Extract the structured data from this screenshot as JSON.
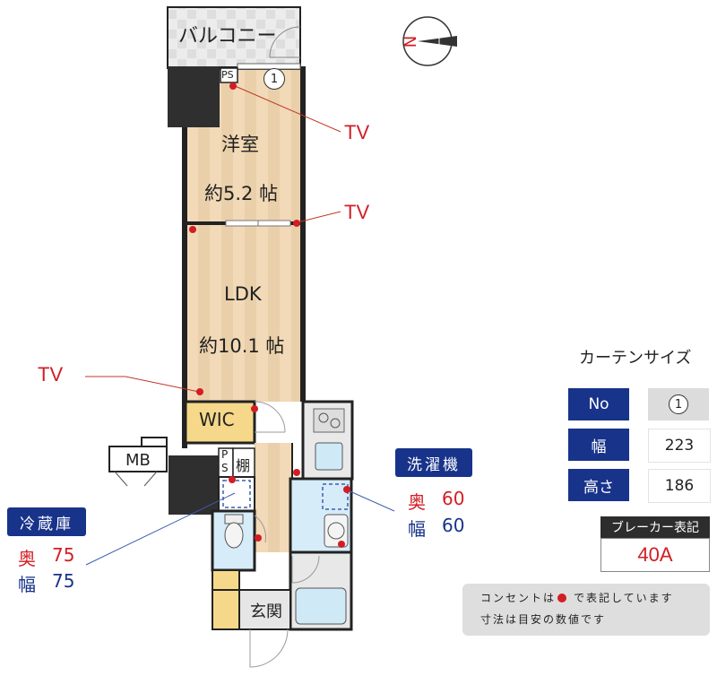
{
  "balcony": {
    "label": "バルコニー"
  },
  "ps_top": {
    "label": "PS"
  },
  "curtain_marker": {
    "label": "1"
  },
  "compass": {
    "label": "N"
  },
  "bedroom": {
    "name": "洋室",
    "size": "約5.2 帖"
  },
  "ldk": {
    "name": "LDK",
    "size": "約10.1 帖"
  },
  "wic": {
    "label": "WIC"
  },
  "mb": {
    "label": "MB"
  },
  "ps_mid": {
    "top": "P",
    "bottom": "S"
  },
  "shelf": {
    "label": "棚"
  },
  "entrance": {
    "label": "玄関"
  },
  "tv_labels": {
    "tv1": "TV",
    "tv2": "TV",
    "tv3": "TV"
  },
  "washer": {
    "title": "洗濯機",
    "depth_label": "奥",
    "depth_value": "60",
    "width_label": "幅",
    "width_value": "60"
  },
  "fridge": {
    "title": "冷蔵庫",
    "depth_label": "奥",
    "depth_value": "75",
    "width_label": "幅",
    "width_value": "75"
  },
  "curtain": {
    "title": "カーテンサイズ",
    "rows": [
      {
        "key": "No",
        "value": "1"
      },
      {
        "key": "幅",
        "value": "223"
      },
      {
        "key": "高さ",
        "value": "186"
      }
    ]
  },
  "breaker": {
    "title": "ブレーカー表記",
    "value": "40A"
  },
  "notes": {
    "line1": "コンセントは",
    "line1_after": "で表記しています",
    "line2": "寸法は目安の数値です"
  },
  "colors": {
    "accent_red": "#d31d24",
    "navy": "#18338a",
    "outlet": "#d31d24"
  }
}
